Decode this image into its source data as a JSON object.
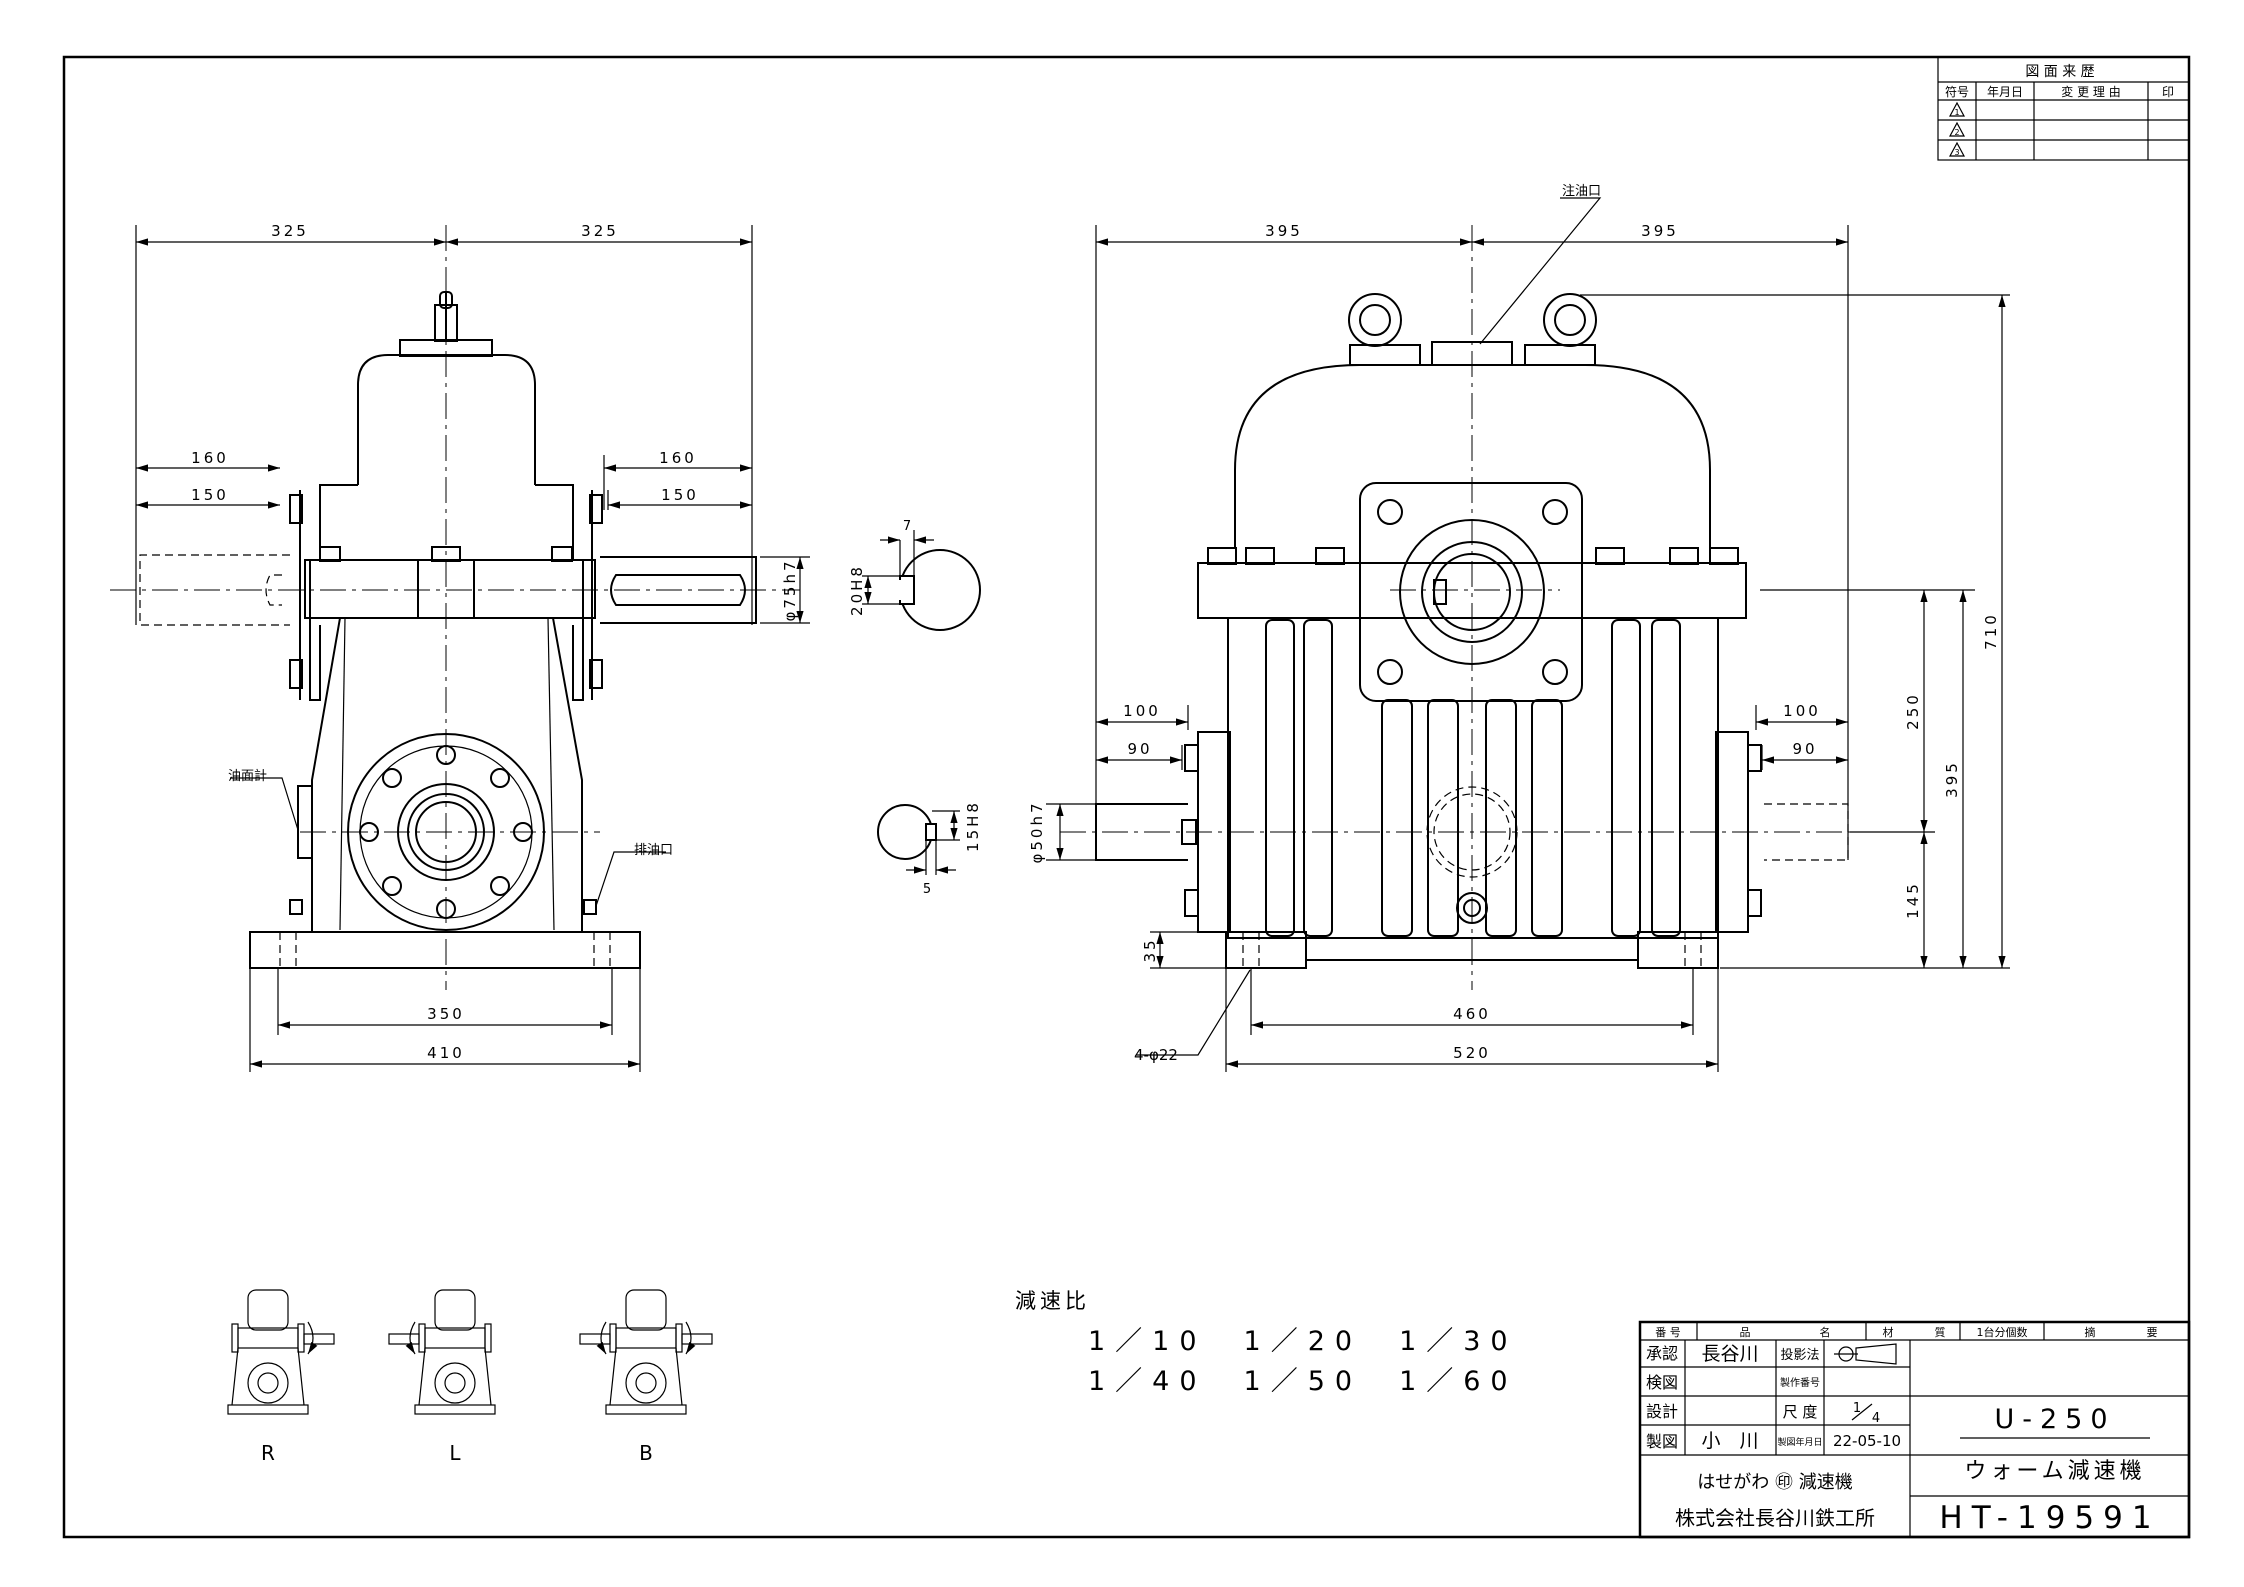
{
  "revision_table": {
    "title": "図 面 来 歴",
    "headers": [
      "符号",
      "年月日",
      "変 更 理 由",
      "印"
    ],
    "marks": [
      "1",
      "2",
      "3"
    ]
  },
  "front_view": {
    "dims": {
      "half_width_left": "325",
      "half_width_right": "325",
      "shaft_160_left": "160",
      "shaft_150_left": "150",
      "shaft_160_right": "160",
      "shaft_150_right": "150",
      "shaft_dia": "φ75h7",
      "base_350": "350",
      "base_410": "410"
    },
    "labels": {
      "oil_gauge": "油面計",
      "drain": "排油口"
    }
  },
  "key_details": {
    "top_width": "7",
    "top_height": "20H8",
    "bottom_height": "15H8",
    "bottom_width": "5"
  },
  "side_view": {
    "dims": {
      "half_left": "395",
      "half_right": "395",
      "shaft_100_left": "100",
      "shaft_90_left": "90",
      "shaft_100_right": "100",
      "shaft_90_right": "90",
      "shaft_dia": "φ50h7",
      "base_height": "35",
      "holes": "4-φ22",
      "base_460": "460",
      "base_520": "520",
      "h_250": "250",
      "h_395": "395",
      "h_145": "145",
      "h_710": "710"
    },
    "labels": {
      "oil_inlet": "注油口"
    }
  },
  "reduction": {
    "title": "減速比",
    "row1": "1／10　1／20　1／30",
    "row2": "1／40　1／50　1／60"
  },
  "arrangements": [
    "R",
    "L",
    "B"
  ],
  "title_block": {
    "header": [
      "番 号",
      "品",
      "名",
      "材",
      "質",
      "1台分個数",
      "摘",
      "要"
    ],
    "approved_label": "承認",
    "approved_name": "長谷川",
    "checked_label": "検図",
    "designed_label": "設計",
    "drawn_label": "製図",
    "drawn_name": "小　川",
    "projection_label": "投影法",
    "mfg_no_label": "製作番号",
    "scale_label": "尺 度",
    "scale_num": "1",
    "scale_den": "4",
    "date_label": "製図年月日",
    "date_value": "22-05-10",
    "model": "U-250",
    "product": "ウォーム減速機",
    "brand": "はせがわ ㊞ 減速機",
    "company": "株式会社長谷川鉄工所",
    "drawing_no": "HT-19591"
  }
}
